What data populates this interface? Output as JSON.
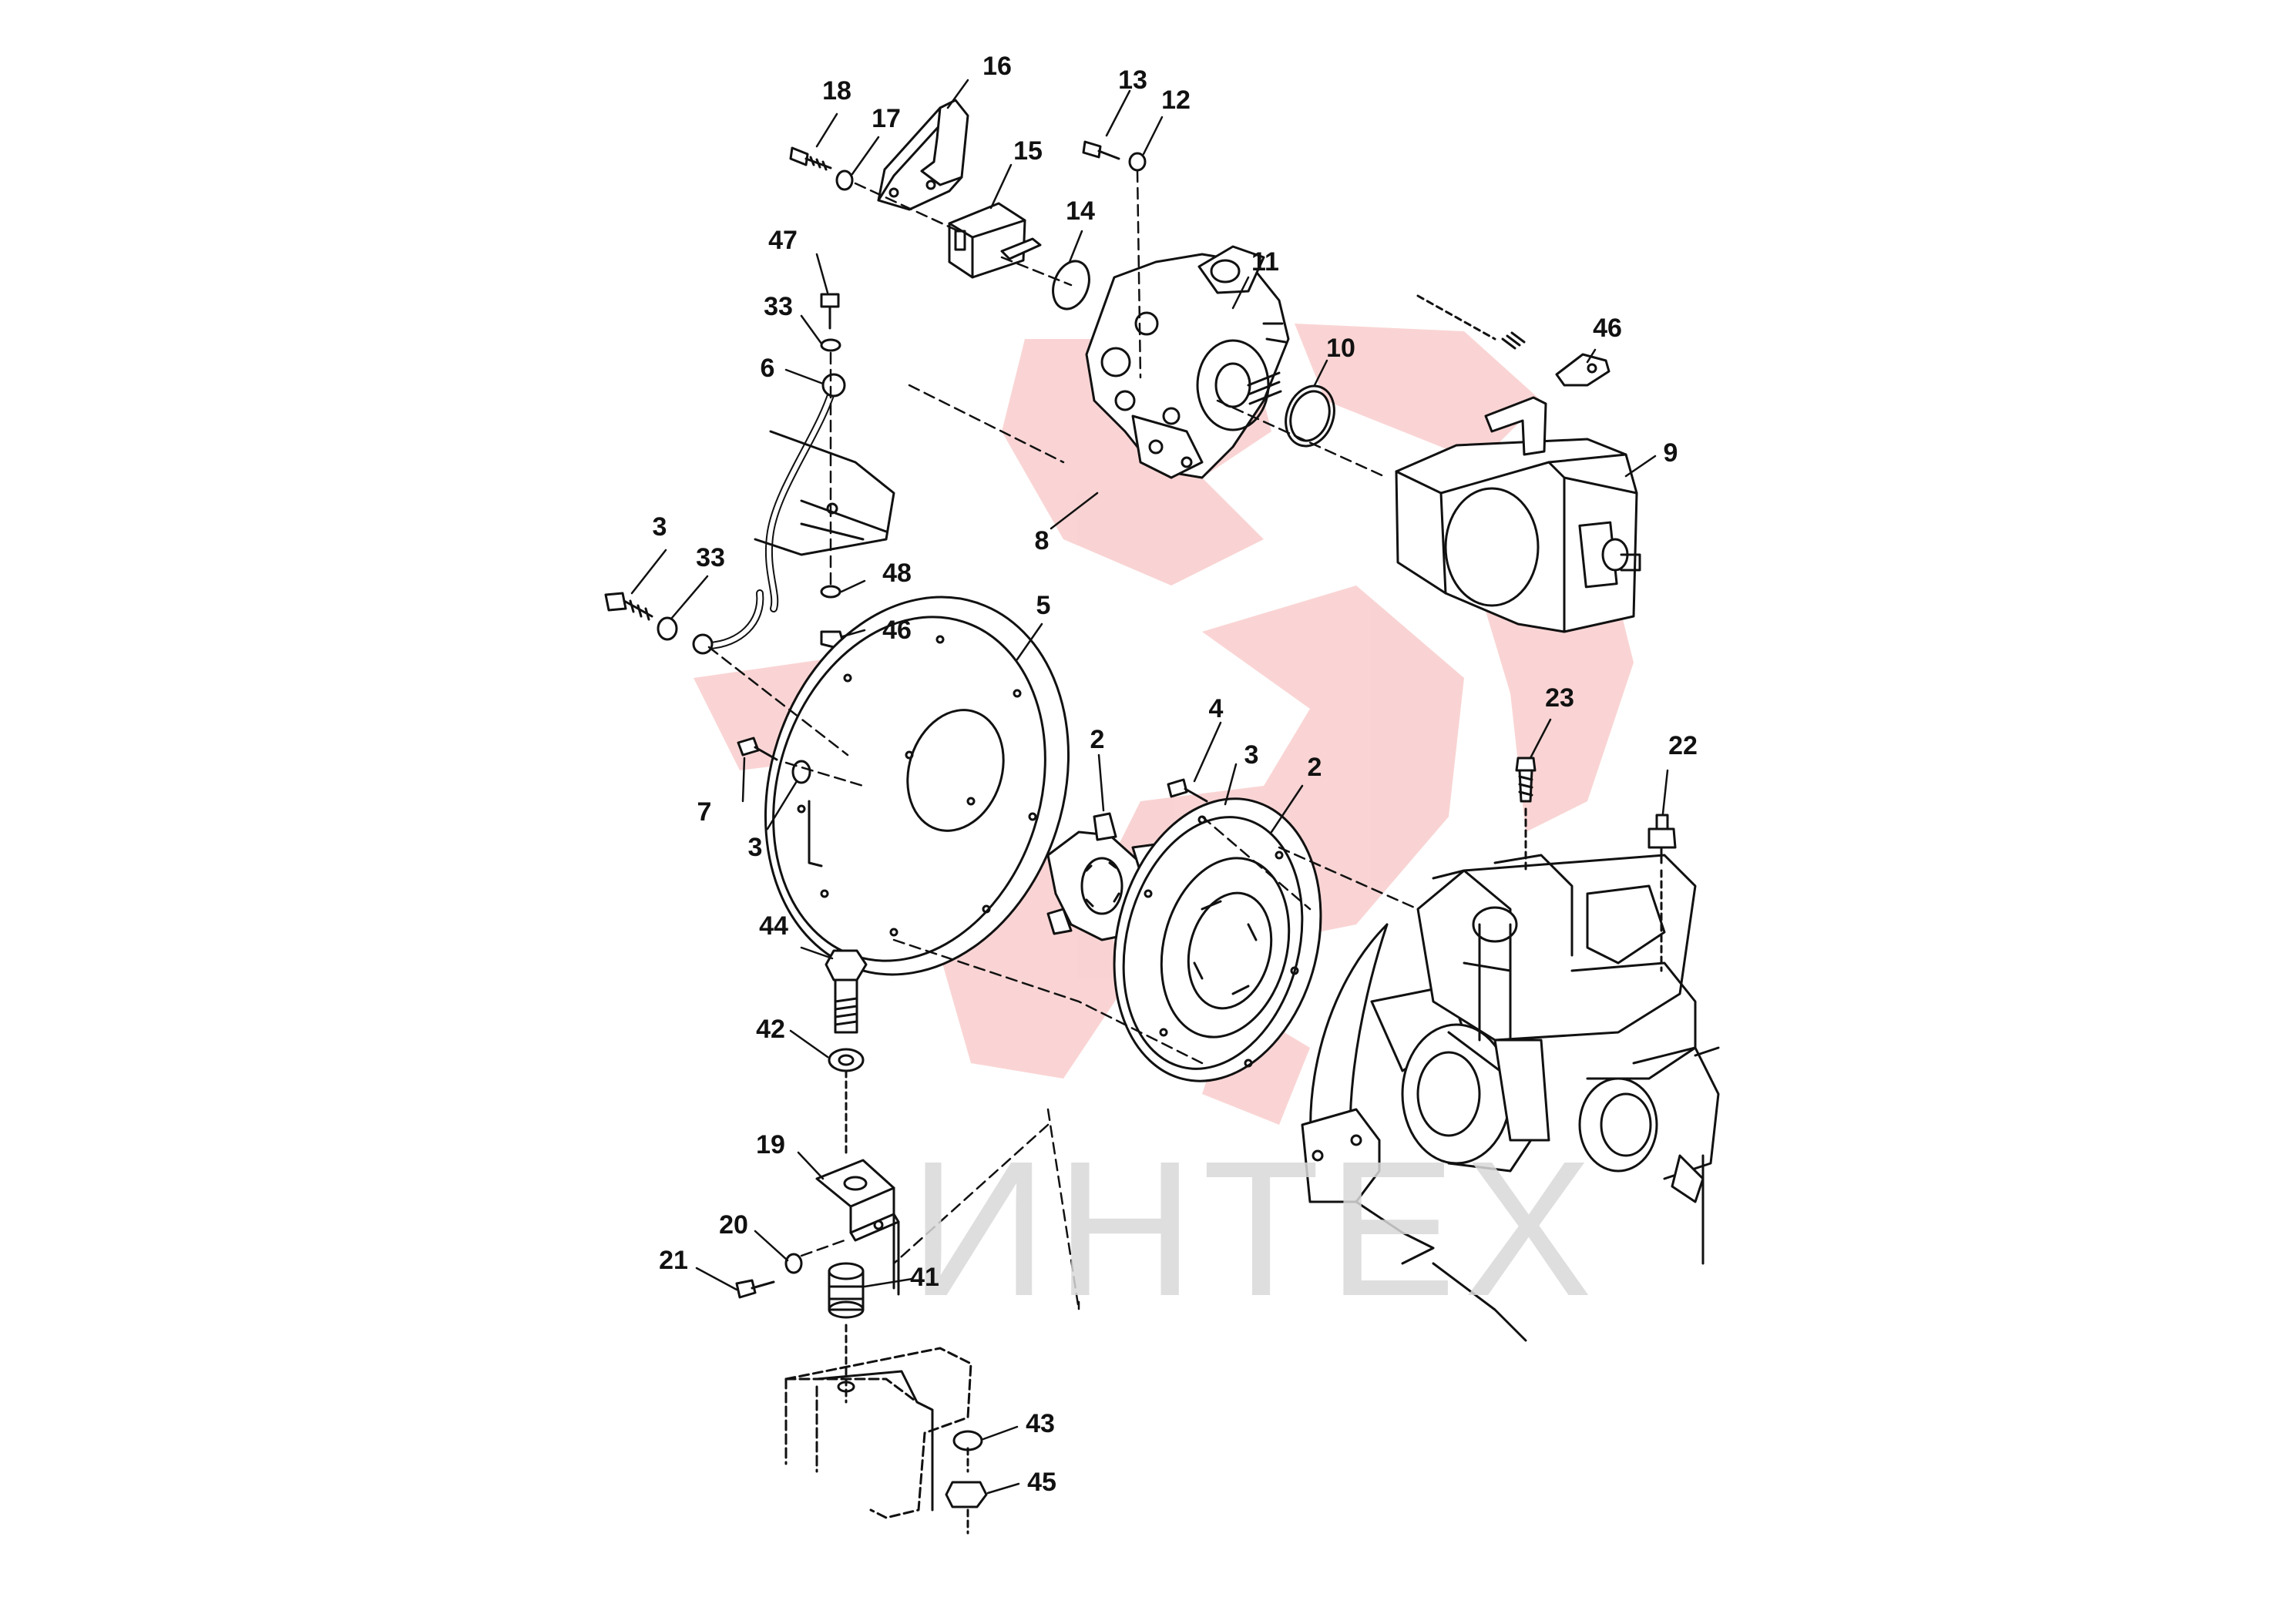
{
  "watermark": {
    "text": "ИНТЕХ",
    "color": "#e83a3a"
  },
  "callouts": [
    "18",
    "17",
    "16",
    "15",
    "13",
    "12",
    "14",
    "11",
    "47",
    "33",
    "6",
    "10",
    "46",
    "9",
    "8",
    "3",
    "33",
    "48",
    "46",
    "5",
    "4",
    "3",
    "2",
    "2",
    "23",
    "22",
    "7",
    "3",
    "44",
    "42",
    "19",
    "20",
    "21",
    "41",
    "43",
    "45"
  ]
}
